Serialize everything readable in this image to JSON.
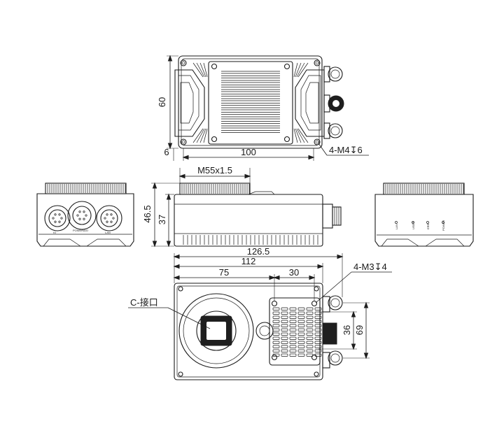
{
  "top_view": {
    "dim_height": "60",
    "dim_offset": "6",
    "dim_length": "100",
    "hole_callout": "4-M4↧6"
  },
  "side_view": {
    "thread_callout": "M55x1.5",
    "dim_total_height": "46.5",
    "dim_body_height": "37"
  },
  "front_view": {
    "port_labels": [
      "IO",
      "POWER&IO",
      "LAN"
    ]
  },
  "rear_view": {
    "led_labels": [
      "LAN",
      "USER",
      "ERR",
      "POWER"
    ]
  },
  "bottom_view": {
    "dim_overall": "126.5",
    "dim_body": "112",
    "dim_75": "75",
    "dim_30": "30",
    "hole_callout": "4-M3↧4",
    "mount_label": "C-接口",
    "dim_36": "36",
    "dim_69": "69"
  }
}
